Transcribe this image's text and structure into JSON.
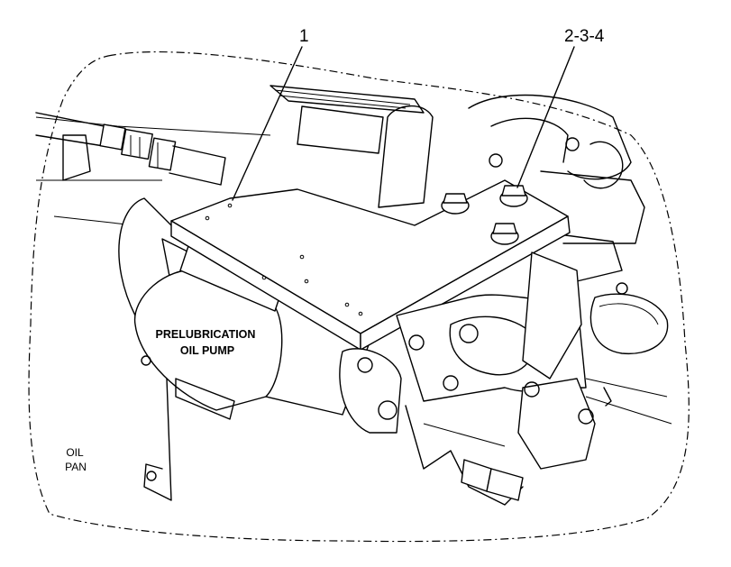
{
  "callouts": {
    "cover": "1",
    "bolts": "2-3-4"
  },
  "labels": {
    "pump_line1": "PRELUBRICATION",
    "pump_line2": "OIL PUMP",
    "pan_line1": "OIL",
    "pan_line2": "PAN"
  }
}
